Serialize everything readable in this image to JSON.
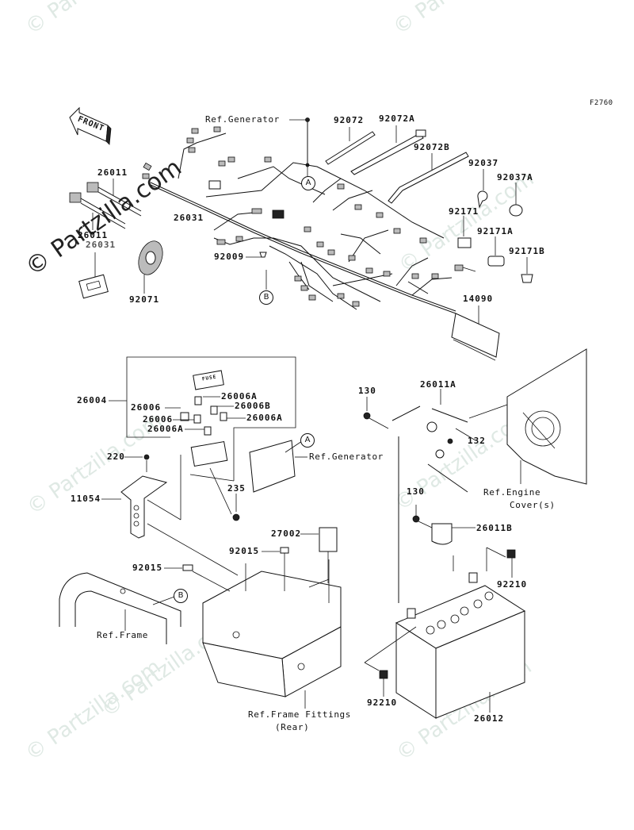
{
  "figure_id": "F2760",
  "front_arrow": "FRONT",
  "watermark": "© Partzilla.com",
  "callouts": {
    "A": "A",
    "B": "B"
  },
  "labels": {
    "ref_generator_top": "Ref.Generator",
    "p92072": "92072",
    "p92072A": "92072A",
    "p92072B": "92072B",
    "p92037": "92037",
    "p92037A": "92037A",
    "p92171": "92171",
    "p92171A": "92171A",
    "p92171B": "92171B",
    "p14090": "14090",
    "p26011": "26011",
    "p26011_lower": "26011",
    "p26031_module": "26031",
    "p26031": "26031",
    "p92071": "92071",
    "p92009": "92009",
    "p26004": "26004",
    "p26006a": "26006",
    "p26006b": "26006",
    "p26006A_1": "26006A",
    "p26006B": "26006B",
    "p26006A_2": "26006A",
    "p26006A_3": "26006A",
    "p220": "220",
    "p11054": "11054",
    "p235": "235",
    "ref_generator_mid": "Ref.Generator",
    "p130_top": "130",
    "p26011A": "26011A",
    "p132": "132",
    "ref_engine_cover_1": "Ref.Engine",
    "ref_engine_cover_2": "Cover(s)",
    "p130_mid": "130",
    "p26011B": "26011B",
    "p27002": "27002",
    "p92015_a": "92015",
    "p92015_b": "92015",
    "p92210_right": "92210",
    "ref_frame": "Ref.Frame",
    "ref_frame_fittings_1": "Ref.Frame Fittings",
    "ref_frame_fittings_2": "(Rear)",
    "p92210_bottom": "92210",
    "p26012": "26012"
  },
  "fuse_box_text": "FUSE"
}
